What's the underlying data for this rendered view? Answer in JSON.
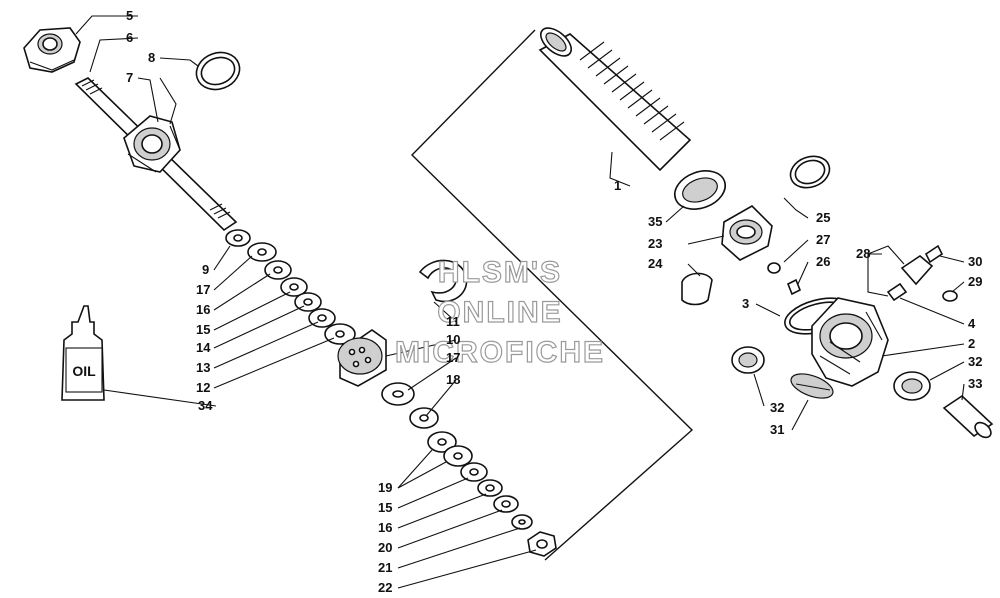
{
  "diagram": {
    "callouts": [
      {
        "id": "c5",
        "text": "5"
      },
      {
        "id": "c6",
        "text": "6"
      },
      {
        "id": "c8",
        "text": "8"
      },
      {
        "id": "c7",
        "text": "7"
      },
      {
        "id": "c9",
        "text": "9"
      },
      {
        "id": "c17a",
        "text": "17"
      },
      {
        "id": "c16a",
        "text": "16"
      },
      {
        "id": "c15a",
        "text": "15"
      },
      {
        "id": "c14",
        "text": "14"
      },
      {
        "id": "c13",
        "text": "13"
      },
      {
        "id": "c12",
        "text": "12"
      },
      {
        "id": "c34",
        "text": "34"
      },
      {
        "id": "c11",
        "text": "11"
      },
      {
        "id": "c10",
        "text": "10"
      },
      {
        "id": "c17b",
        "text": "17"
      },
      {
        "id": "c18",
        "text": "18"
      },
      {
        "id": "c19",
        "text": "19"
      },
      {
        "id": "c15b",
        "text": "15"
      },
      {
        "id": "c16b",
        "text": "16"
      },
      {
        "id": "c20",
        "text": "20"
      },
      {
        "id": "c21",
        "text": "21"
      },
      {
        "id": "c22",
        "text": "22"
      },
      {
        "id": "c1",
        "text": "1"
      },
      {
        "id": "c35",
        "text": "35"
      },
      {
        "id": "c25",
        "text": "25"
      },
      {
        "id": "c23",
        "text": "23"
      },
      {
        "id": "c27",
        "text": "27"
      },
      {
        "id": "c24",
        "text": "24"
      },
      {
        "id": "c26",
        "text": "26"
      },
      {
        "id": "c28",
        "text": "28"
      },
      {
        "id": "c30",
        "text": "30"
      },
      {
        "id": "c29",
        "text": "29"
      },
      {
        "id": "c3",
        "text": "3"
      },
      {
        "id": "c4",
        "text": "4"
      },
      {
        "id": "c2",
        "text": "2"
      },
      {
        "id": "c32a",
        "text": "32"
      },
      {
        "id": "c33",
        "text": "33"
      },
      {
        "id": "c32b",
        "text": "32"
      },
      {
        "id": "c31",
        "text": "31"
      }
    ],
    "oil_bottle_label": "OIL",
    "watermark_lines": [
      "HLSM'S",
      "ONLINE",
      "MICROFICHE"
    ]
  }
}
